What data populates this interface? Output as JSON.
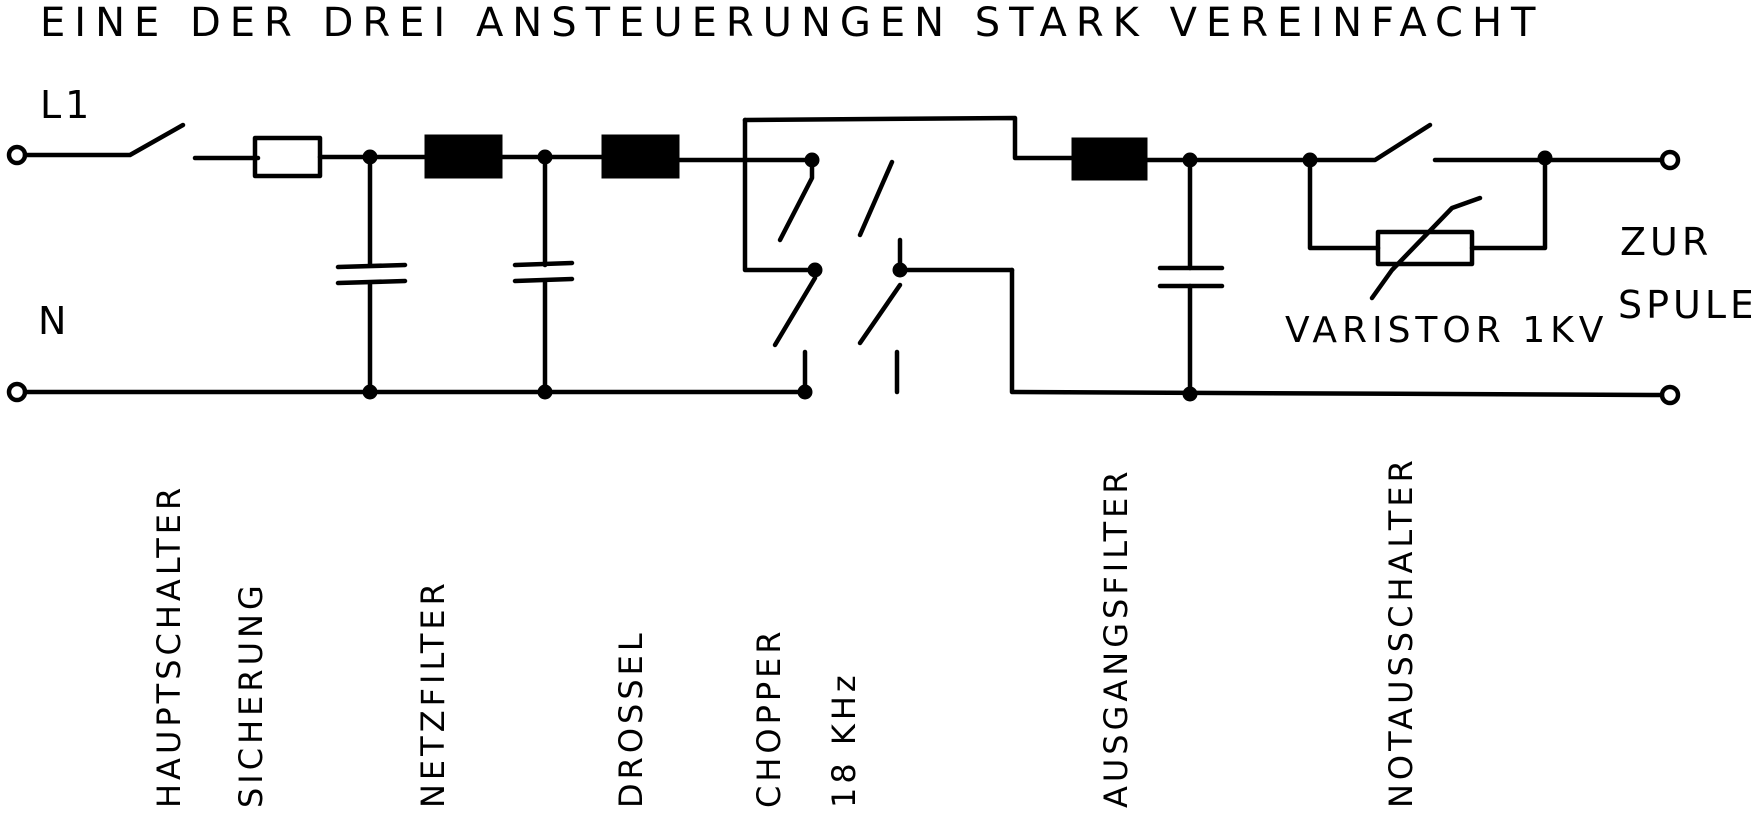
{
  "title": "EINE DER DREI ANSTEUERUNGEN  STARK VEREINFACHT",
  "terminals": {
    "l1": "L1",
    "n": "N",
    "output_line1": "ZUR",
    "output_line2": "SPULE"
  },
  "varistor_label": "VARISTOR 1KV",
  "stage_labels": {
    "hauptschalter": "HAUPTSCHALTER",
    "sicherung": "SICHERUNG",
    "netzfilter": "NETZFILTER",
    "drossel": "DROSSEL",
    "chopper_line1": "CHOPPER",
    "chopper_line2": "18 KHz",
    "ausgangsfilter": "AUSGANGSFILTER",
    "notausschalter": "NOTAUSSCHALTER"
  },
  "colors": {
    "ink": "#000000",
    "paper": "#ffffff"
  }
}
